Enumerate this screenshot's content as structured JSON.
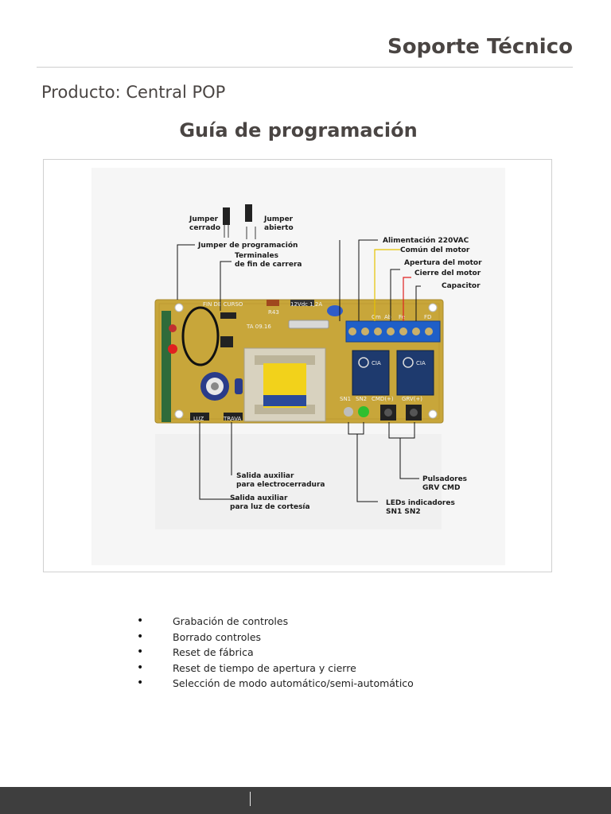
{
  "header": {
    "title": "Soporte Técnico"
  },
  "product": {
    "label": "Producto: Central POP"
  },
  "guide": {
    "title": "Guía de programación"
  },
  "diagram": {
    "jumper_closed": [
      "Jumper",
      "cerrado"
    ],
    "jumper_open": [
      "Jumper",
      "abierto"
    ],
    "jumper_prog": "Jumper de programación",
    "limit_terminals": [
      "Terminales",
      "de fin de carrera"
    ],
    "power": "Alimentación 220VAC",
    "motor_common": "Común del motor",
    "motor_open": "Apertura del motor",
    "motor_close": "Cierre del motor",
    "capacitor": "Capacitor",
    "aux_lock": [
      "Salida auxiliar",
      "para electrocerradura"
    ],
    "aux_light": [
      "Salida auxiliar",
      "para luz de cortesía"
    ],
    "buttons": [
      "Pulsadores",
      "GRV CMD"
    ],
    "leds": [
      "LEDs indicadores",
      "SN1 SN2"
    ],
    "board_fin_curso": "FIN DE CURSO",
    "board_r43": "R43",
    "board_12v": "12Vdc 1,2A",
    "board_ta": "TA 09.16",
    "board_luz": "LUZ",
    "board_trava": "TRAVA",
    "board_sn1": "SN1",
    "board_sn2": "SN2",
    "board_cmd": "CMD(+)",
    "board_grv": "GRV(+)",
    "board_fd": "FD",
    "board_cm": "Cm",
    "board_ab": "Ab",
    "board_fe": "Fe",
    "relay_brand": "CIA",
    "colors": {
      "board": "#c8a63a",
      "terminal_block": "#1f5fc8",
      "relay": "#1e3a6e",
      "transformer_core": "#f2d21b"
    }
  },
  "features": [
    "Grabación de controles",
    "Borrado controles",
    "Reset de fábrica",
    "Reset de tiempo de apertura y cierre",
    "Selección de modo automático/semi-automático"
  ]
}
